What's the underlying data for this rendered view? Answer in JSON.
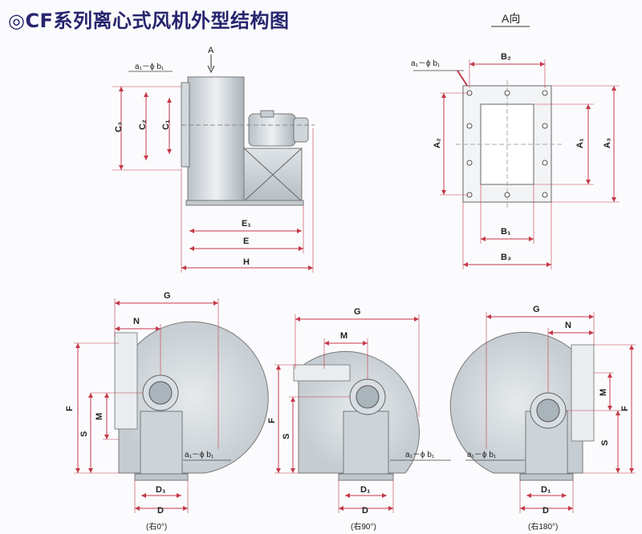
{
  "title": "◎CF系列离心式风机外型结构图",
  "view_a": {
    "heading": "A向",
    "arrow_label": "A"
  },
  "side_view": {
    "bolt_label": "a₁－ϕ b₁",
    "dims": {
      "c3": "C₃",
      "c2": "C₂",
      "c1": "C₁",
      "e1": "E₁",
      "e": "E",
      "h": "H"
    }
  },
  "outlet_view": {
    "bolt_label": "a₁－ϕ b₁",
    "dims": {
      "b2": "B₂",
      "a2": "A₂",
      "a1": "A₁",
      "a3": "A₃",
      "b1": "B₁",
      "b3": "B₃"
    }
  },
  "front_views": [
    {
      "caption": "(右0°)",
      "g": "G",
      "n": "N",
      "f": "F",
      "m": "M",
      "s": "S",
      "d1": "D₁",
      "d": "D",
      "bolt_label": "a₁－ϕ b₁"
    },
    {
      "caption": "(右90°)",
      "g": "G",
      "m": "M",
      "f": "F",
      "s": "S",
      "d1": "D₁",
      "d": "D",
      "bolt_label": "a₁－ϕ b₁"
    },
    {
      "caption": "(右180°)",
      "g": "G",
      "n": "N",
      "f": "F",
      "m": "M",
      "s": "S",
      "d1": "D₁",
      "d": "D",
      "bolt_label": "a₁－ϕ b₁"
    }
  ]
}
